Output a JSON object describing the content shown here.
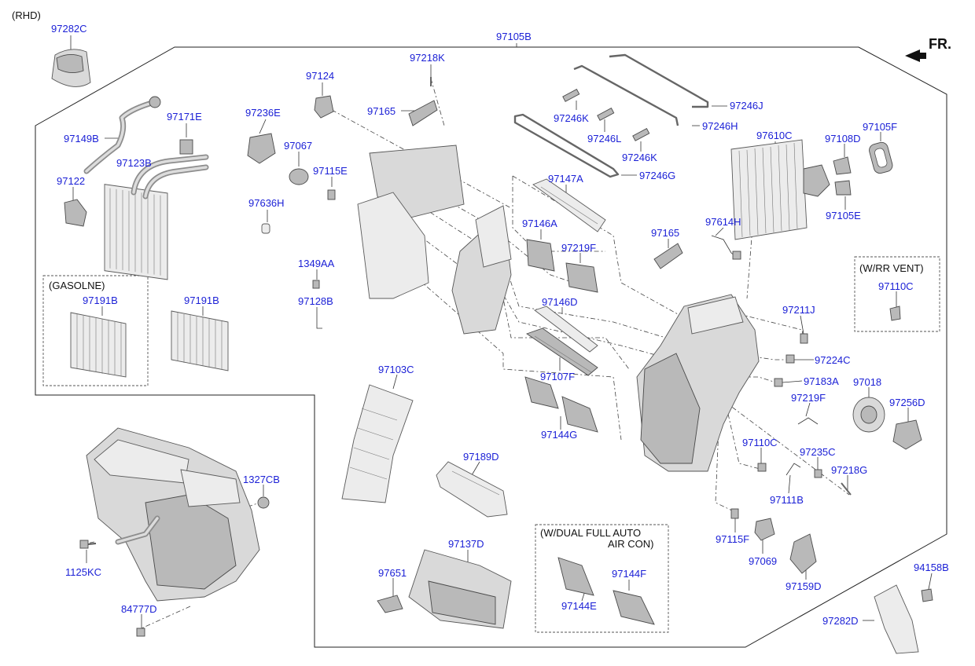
{
  "notes": {
    "rhd": "(RHD)",
    "front": "FR.",
    "gasoline": "(GASOLNE)",
    "rr_vent": "(W/RR VENT)",
    "dual_line1": "(W/DUAL FULL AUTO",
    "dual_line2": "AIR CON)"
  },
  "labels": {
    "p97282C": "97282C",
    "p97105B": "97105B",
    "p97218K": "97218K",
    "p97124": "97124",
    "p97165_top": "97165",
    "p97236E": "97236E",
    "p97171E": "97171E",
    "p97149B": "97149B",
    "p97123B": "97123B",
    "p97122": "97122",
    "p97067": "97067",
    "p97115E": "97115E",
    "p97636H": "97636H",
    "p1349AA": "1349AA",
    "p97128B": "97128B",
    "p97191B_a": "97191B",
    "p97191B_b": "97191B",
    "p97246J": "97246J",
    "p97246K_a": "97246K",
    "p97246H": "97246H",
    "p97246L": "97246L",
    "p97246K_b": "97246K",
    "p97246G": "97246G",
    "p97147A": "97147A",
    "p97146A": "97146A",
    "p97219F_a": "97219F",
    "p97165_mid": "97165",
    "p97614H": "97614H",
    "p97610C": "97610C",
    "p97108D": "97108D",
    "p97105F": "97105F",
    "p97105E": "97105E",
    "p97110C_a": "97110C",
    "p97146D": "97146D",
    "p97211J": "97211J",
    "p97224C": "97224C",
    "p97103C": "97103C",
    "p97107F": "97107F",
    "p97183A": "97183A",
    "p97018": "97018",
    "p97219F_b": "97219F",
    "p97256D": "97256D",
    "p97144G": "97144G",
    "p97110C_b": "97110C",
    "p97235C": "97235C",
    "p97218G": "97218G",
    "p97189D": "97189D",
    "p1327CB": "1327CB",
    "p97111B": "97111B",
    "p97115F": "97115F",
    "p97069": "97069",
    "p1125KC": "1125KC",
    "p97137D": "97137D",
    "p97651": "97651",
    "p97144F": "97144F",
    "p97144E": "97144E",
    "p97159D": "97159D",
    "p94158B": "94158B",
    "p84777D": "84777D",
    "p97282D": "97282D"
  }
}
